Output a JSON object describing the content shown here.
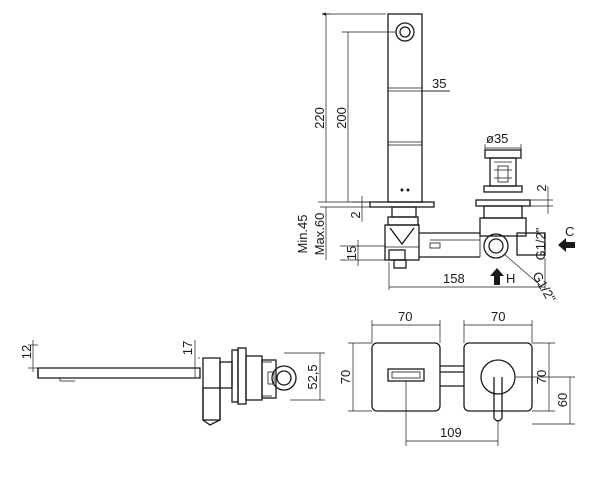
{
  "dimensions": {
    "d220": "220",
    "d200": "200",
    "d35": "35",
    "d_dia35": "ø35",
    "d2_right": "2",
    "d2_left": "2",
    "d_min45": "Min.45",
    "d_max60": "Max.60",
    "d15": "15",
    "d_g12_top": "G1/2\"",
    "d_g12_bottom": "G1/2\"",
    "d158": "158",
    "label_c": "C",
    "label_h": "H",
    "d12": "12",
    "d17": "17",
    "d52_5": "52,5",
    "d70_a": "70",
    "d70_b": "70",
    "d70_left": "70",
    "d70_right": "70",
    "d60": "60",
    "d109": "109"
  }
}
